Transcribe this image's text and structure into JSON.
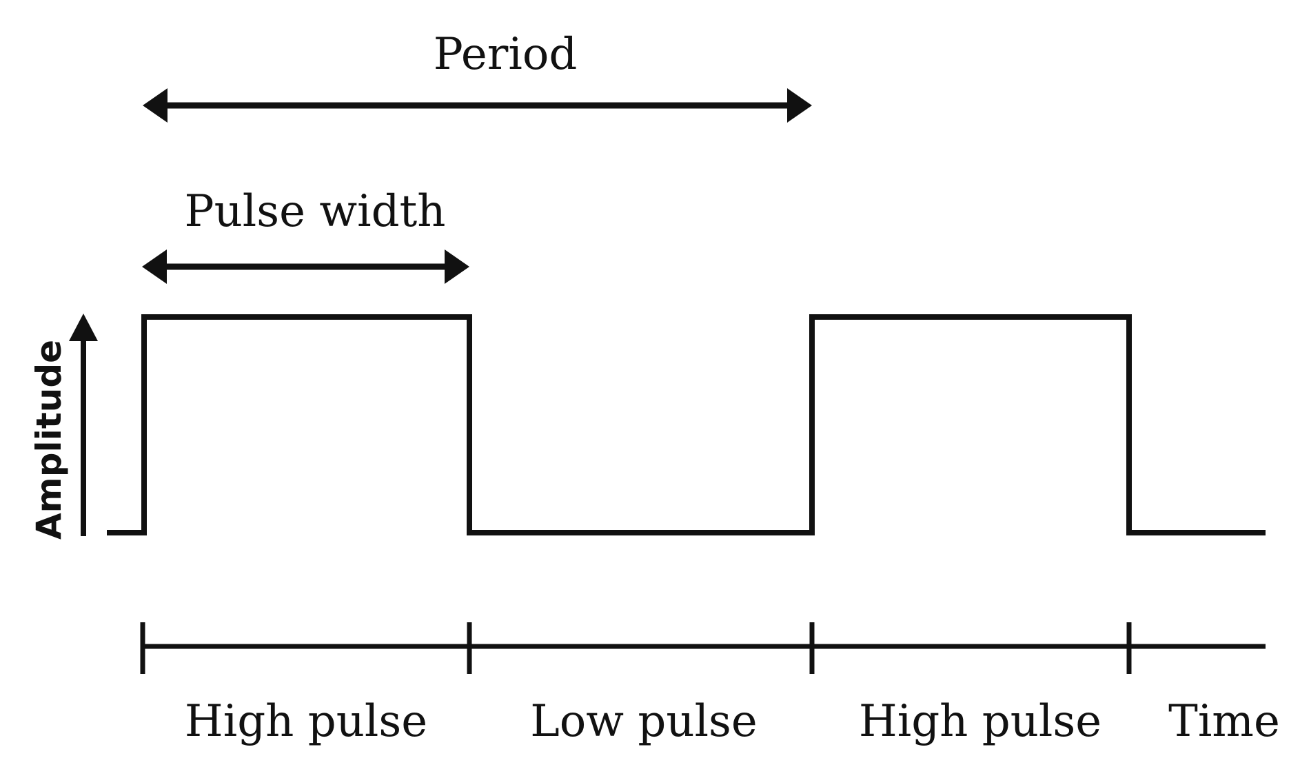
{
  "labels": {
    "period": "Period",
    "pulse_width": "Pulse width",
    "amplitude": "Amplitude",
    "time": "Time",
    "segments": [
      "High pulse",
      "Low pulse",
      "High pulse"
    ]
  },
  "signal": {
    "levels": [
      "low",
      "high",
      "low",
      "high",
      "low"
    ]
  },
  "colors": {
    "ink": "#111111",
    "background": "#ffffff"
  }
}
